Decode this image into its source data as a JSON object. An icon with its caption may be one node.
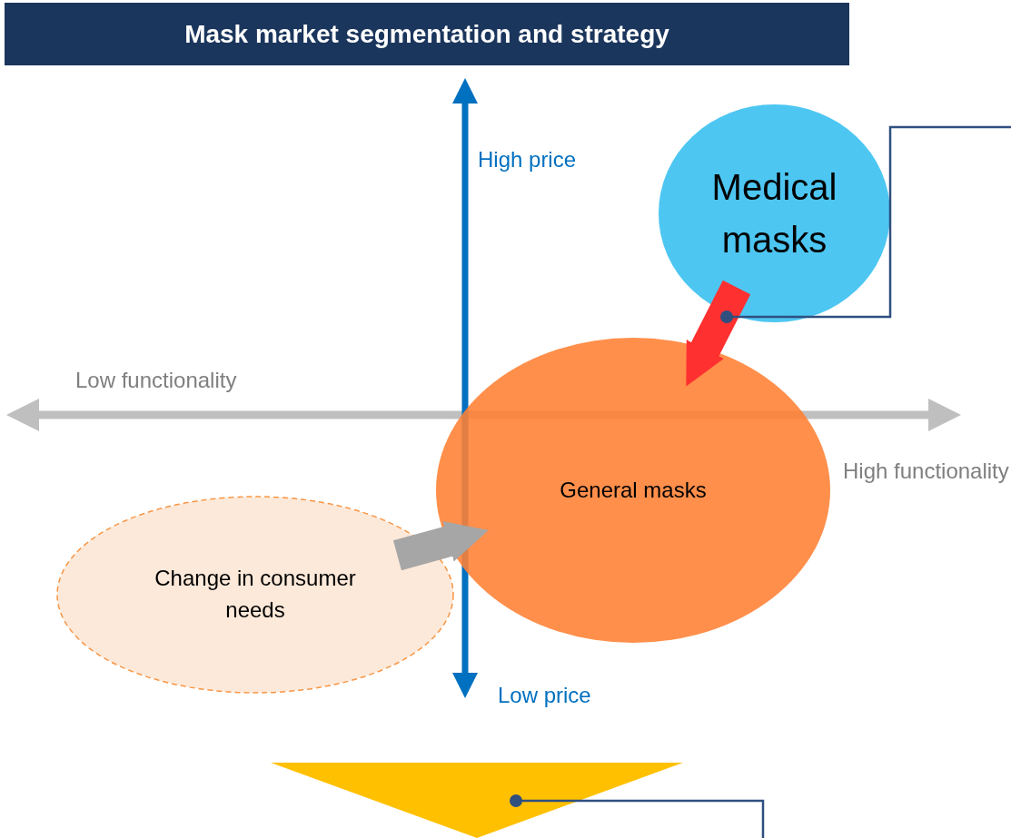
{
  "diagram": {
    "title": "Mask market segmentation and strategy",
    "nodes": [
      {
        "text": [
          "Medical masks"
        ]
      },
      {
        "text": [
          "General masks"
        ]
      },
      {
        "text": [
          "Change in consumer needs"
        ]
      },
      {
        "text": [],
        "shape": "triangle"
      }
    ],
    "edges": [
      {
        "from": 0,
        "to": 1,
        "arrow": "to",
        "style": "thick",
        "color": "#ff3030"
      },
      {
        "from": 2,
        "to": 1,
        "arrow": "to",
        "style": "thick",
        "color": "#a6a6a6"
      },
      {
        "from": null,
        "to": 0,
        "arrow": "other"
      },
      {
        "from": null,
        "to": 3,
        "arrow": "other"
      }
    ],
    "labels": [
      "High price",
      "Low functionality",
      "High functionality",
      "Low price"
    ]
  }
}
